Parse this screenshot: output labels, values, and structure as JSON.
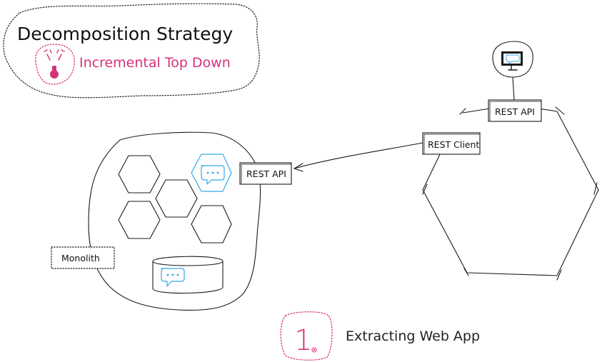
{
  "header": {
    "title": "Decomposition Strategy",
    "subtitle": "Incremental Top Down"
  },
  "monolith": {
    "label": "Monolith",
    "api_label": "REST API"
  },
  "web_app": {
    "api_label": "REST API",
    "client_label": "REST Client"
  },
  "step": {
    "number": "1",
    "caption": "Extracting Web App"
  },
  "colors": {
    "accent_pink": "#d6337a",
    "chat_blue": "#35a8e6",
    "ink": "#1a1a1a"
  },
  "icons": {
    "signal_tower": "broadcast-tower-icon",
    "monitor": "monitor-chat-icon",
    "chat": "chat-bubble-icon",
    "database": "database-cylinder-icon"
  }
}
